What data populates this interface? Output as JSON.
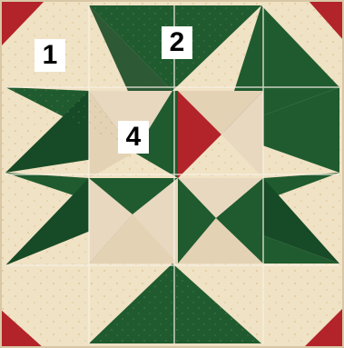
{
  "labels": {
    "one": "1",
    "two": "2",
    "four": "4"
  },
  "colors": {
    "cream": "#f0e2c4",
    "cream_light": "#f6ecd6",
    "green": "#1f5b2f",
    "green_dark": "#174a26",
    "red": "#b3242a",
    "light_print": "#e9d8c0",
    "seam": "#f7f1e6"
  }
}
